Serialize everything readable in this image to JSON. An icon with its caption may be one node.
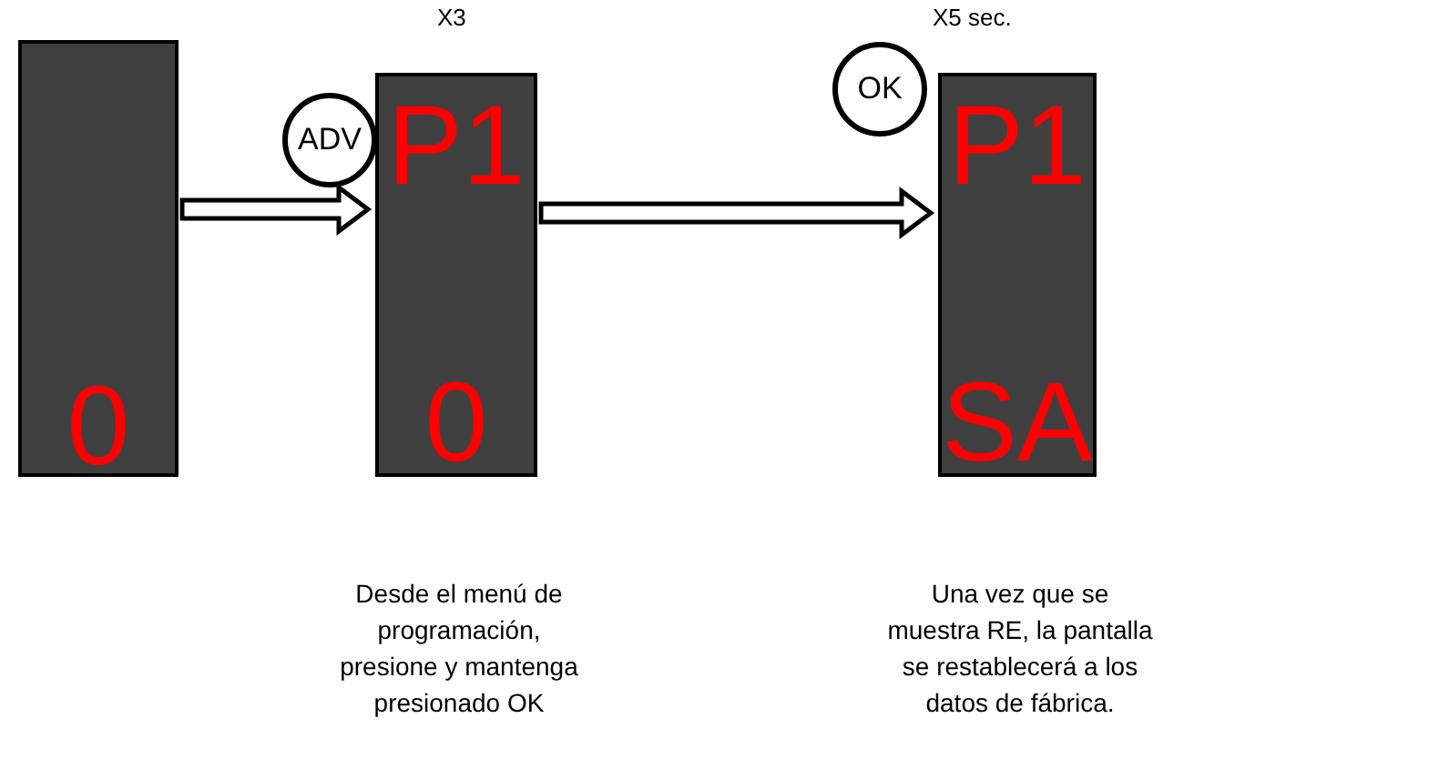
{
  "diagram": {
    "nodes": [
      {
        "text": [
          "0"
        ]
      },
      {
        "text": [
          "P1",
          "0"
        ]
      },
      {
        "text": [
          "P1",
          "SA"
        ]
      },
      {
        "text": [
          "ADV"
        ]
      },
      {
        "text": [
          "OK"
        ]
      }
    ],
    "edges": [
      {
        "from": 0,
        "to": 1,
        "arrow": "to"
      },
      {
        "from": 1,
        "to": 2,
        "arrow": "to"
      }
    ],
    "labels": [
      "X3",
      "X5 sec.",
      "Desde el menú de programación, presione y mantenga presionado OK",
      "Una vez que se muestra RE, la pantalla se restablecerá a los datos de fábrica."
    ]
  }
}
